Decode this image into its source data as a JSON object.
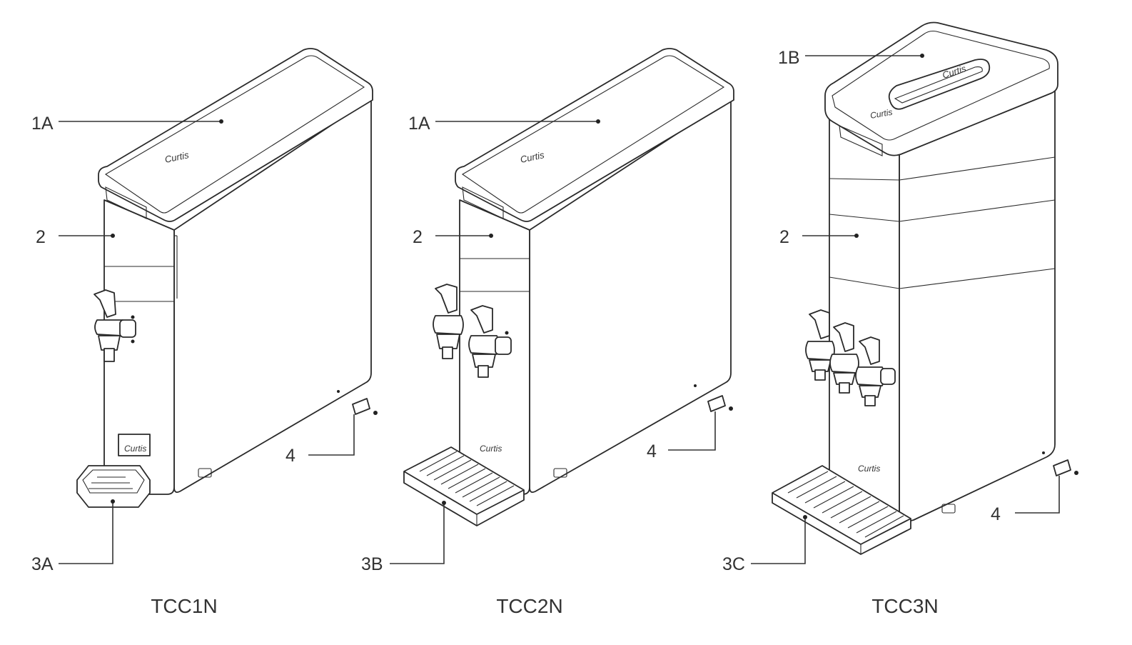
{
  "figure": {
    "callouts": {
      "u1_lid": "1A",
      "u1_body": "2",
      "u1_tray": "3A",
      "u1_bracket": "4",
      "u2_lid": "1A",
      "u2_body": "2",
      "u2_tray": "3B",
      "u2_bracket": "4",
      "u3_lid": "1B",
      "u3_body": "2",
      "u3_tray": "3C",
      "u3_bracket": "4"
    },
    "models": {
      "unit1": "TCC1N",
      "unit2": "TCC2N",
      "unit3": "TCC3N"
    }
  }
}
